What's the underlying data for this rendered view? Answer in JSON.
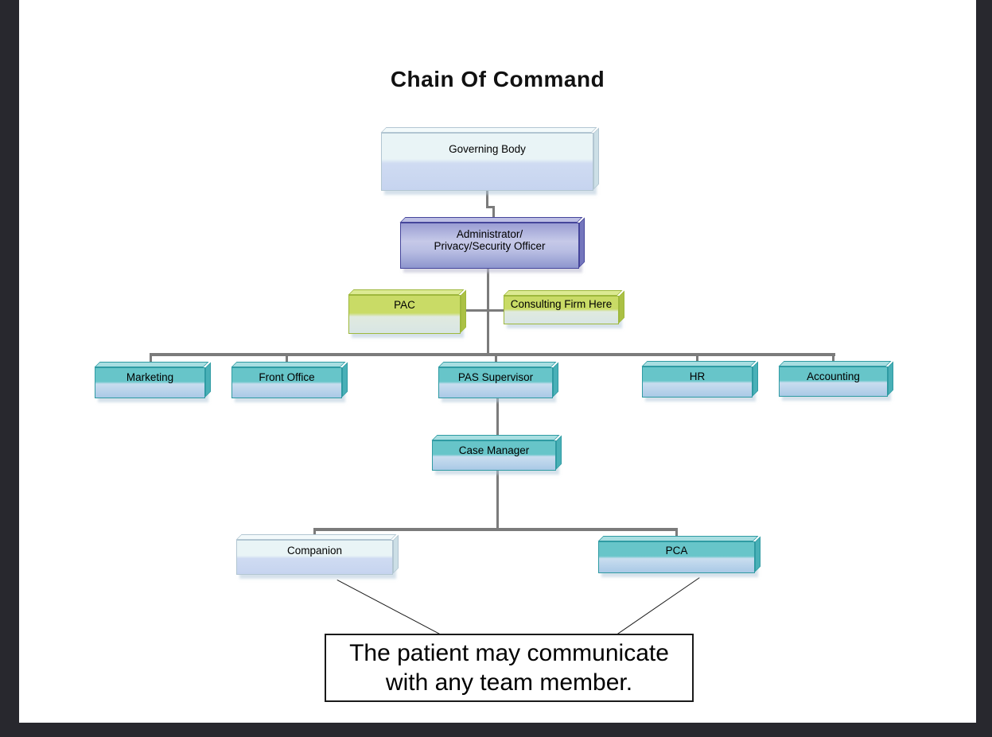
{
  "title": "Chain Of Command",
  "nodes": {
    "governing_body": {
      "label": "Governing Body",
      "style": "blue"
    },
    "administrator": {
      "label": "Administrator/\nPrivacy/Security Officer",
      "style": "purple"
    },
    "pac": {
      "label": "PAC",
      "style": "green"
    },
    "consulting_firm": {
      "label": "Consulting Firm Here",
      "style": "green"
    },
    "marketing": {
      "label": "Marketing",
      "style": "teal"
    },
    "front_office": {
      "label": "Front Office",
      "style": "teal"
    },
    "pas_supervisor": {
      "label": "PAS Supervisor",
      "style": "teal"
    },
    "hr": {
      "label": "HR",
      "style": "teal"
    },
    "accounting": {
      "label": "Accounting",
      "style": "teal"
    },
    "case_manager": {
      "label": "Case Manager",
      "style": "teal"
    },
    "companion": {
      "label": "Companion",
      "style": "blue"
    },
    "pca": {
      "label": "PCA",
      "style": "teal"
    }
  },
  "note": {
    "text": "The patient may communicate\nwith any team member."
  },
  "colors": {
    "frame": "#28282e",
    "connector": "#7b7b7b",
    "line": "#1a1a1a",
    "teal-top": "#67c5c9",
    "teal-b1": "#c9ddef",
    "teal-b2": "#a9c9e6",
    "teal-bd": "#2f9ba3",
    "teal-tf": "#a8dee1",
    "teal-sf": "#49b0b7",
    "blue-top": "#e9f4f6",
    "blue-b1": "#cfdbf2",
    "blue-b2": "#c6d4ef",
    "blue-bd": "#b2c6d2",
    "blue-tf": "#f3fafb",
    "blue-sf": "#ccdfe6",
    "purple-top": "#9a9dd3",
    "purple-mid": "#c6c9e8",
    "purple-bot": "#8e96ce",
    "purple-bd": "#45459b",
    "purple-tf": "#bdbfe4",
    "purple-sf": "#7476bd",
    "green-top": "#c9db66",
    "green-b1": "#e0eadf",
    "green-b2": "#d8e5e4",
    "green-bd": "#9eb83c",
    "green-tf": "#dcea92",
    "green-sf": "#abc145"
  }
}
